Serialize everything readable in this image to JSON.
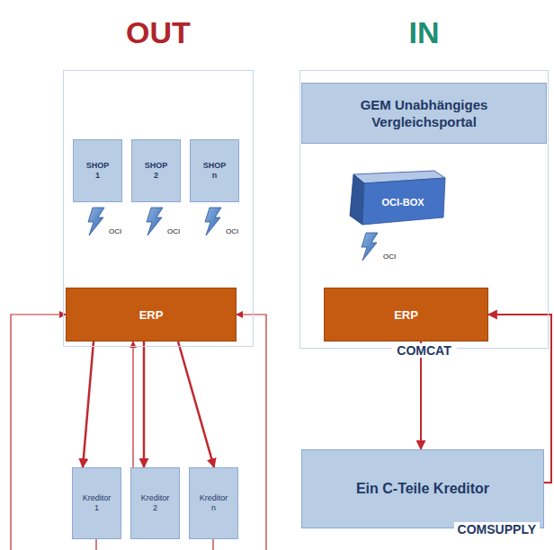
{
  "diagram": {
    "nodes": [
      {
        "text": [
          "OUT"
        ]
      },
      {
        "text": [
          "SHOP 1"
        ],
        "in": 0
      },
      {
        "text": [
          "SHOP 2"
        ],
        "in": 0
      },
      {
        "text": [
          "SHOP n"
        ],
        "in": 0
      },
      {
        "text": [
          "ERP"
        ],
        "in": 0
      },
      {
        "text": [
          "Kreditor 1"
        ]
      },
      {
        "text": [
          "Kreditor 2"
        ]
      },
      {
        "text": [
          "Kreditor n"
        ]
      },
      {
        "text": [
          "IN",
          "COMCAT"
        ]
      },
      {
        "text": [
          "GEM Unabhängiges Vergleichsportal"
        ],
        "in": 8
      },
      {
        "text": [
          "OCI-BOX"
        ],
        "in": 8
      },
      {
        "text": [
          "ERP"
        ],
        "in": 8
      },
      {
        "text": [
          "Ein C-Teile Kreditor",
          "COMSUPPLY"
        ]
      }
    ],
    "edges": [
      {
        "from": 4,
        "to": 5,
        "arrow": "to"
      },
      {
        "from": 4,
        "to": 6,
        "arrow": "to"
      },
      {
        "from": 6,
        "to": 4,
        "arrow": "to"
      },
      {
        "from": 4,
        "to": 7,
        "arrow": "to"
      },
      {
        "from": 5,
        "to": 4,
        "arrow": "to"
      },
      {
        "from": 7,
        "to": 4,
        "arrow": "to"
      },
      {
        "from": 11,
        "to": 12,
        "arrow": "to"
      },
      {
        "from": 12,
        "to": 11,
        "arrow": "to"
      }
    ],
    "labels": [
      "OCI",
      "OCI",
      "OCI",
      "OCI"
    ]
  }
}
